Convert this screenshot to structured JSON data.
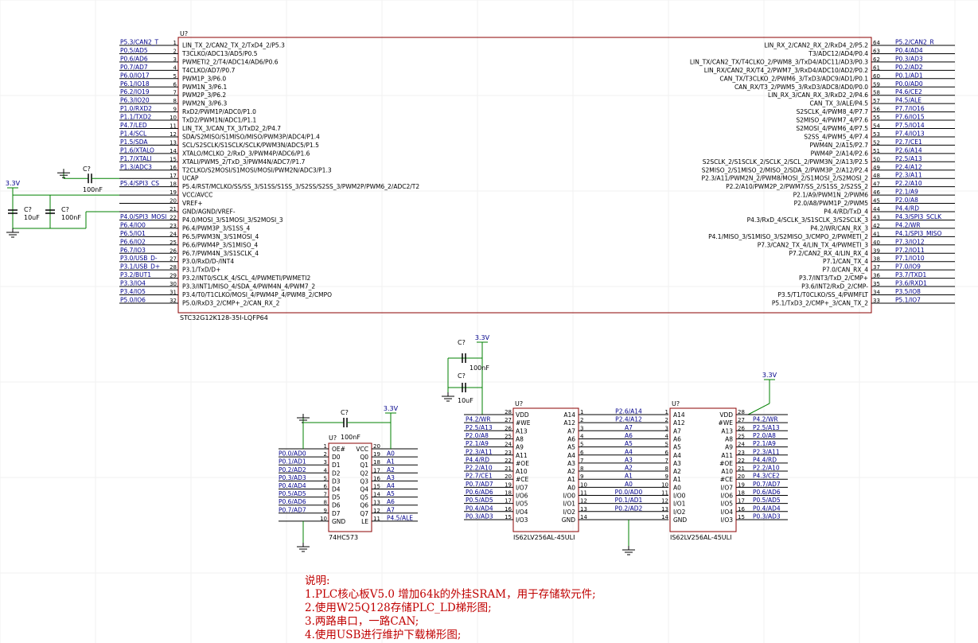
{
  "cpu": {
    "designator": "U?",
    "part": "STC32G12K128-35I-LQFP64",
    "left_pins": [
      [
        "1",
        "LIN_TX_2/CAN2_TX_2/TxD4_2/P5.3",
        "P5.3/CAN2_T"
      ],
      [
        "2",
        "T3CLKO/ADC13/AD5/P0.5",
        "P0.5/AD5"
      ],
      [
        "3",
        "PWMETI2_2/T4/ADC14/AD6/P0.6",
        "P0.6/AD6"
      ],
      [
        "4",
        "T4CLKO/AD7/P0.7",
        "P0.7/AD7"
      ],
      [
        "5",
        "PWM1P_3/P6.0",
        "P6.0/IO17"
      ],
      [
        "6",
        "PWM1N_3/P6.1",
        "P6.1/IO18"
      ],
      [
        "7",
        "PWM2P_3/P6.2",
        "P6.2/IO19"
      ],
      [
        "8",
        "PWM2N_3/P6.3",
        "P6.3/IO20"
      ],
      [
        "9",
        "RxD2/PWM1P/ADC0/P1.0",
        "P1.0/RXD2"
      ],
      [
        "10",
        "TxD2/PWM1N/ADC1/P1.1",
        "P1.1/TXD2"
      ],
      [
        "11",
        "LIN_TX_3/CAN_TX_3/TxD2_2/P4.7",
        "P4.7/LED"
      ],
      [
        "12",
        "SDA/S2MISO/S1MISO/MISO/PWM3P/ADC4/P1.4",
        "P1.4/SCL"
      ],
      [
        "13",
        "SCL/S2SCLK/S1SCLK/SCLK/PWM3N/ADC5/P1.5",
        "P1.5/SDA"
      ],
      [
        "14",
        "XTALO/MCLKO_2/RxD_3/PWM4P/ADC6/P1.6",
        "P1.6/XTALO"
      ],
      [
        "15",
        "XTALI/PWM5_2/TxD_3/PWM4N/ADC7/P1.7",
        "P1.7/XTALI"
      ],
      [
        "16",
        "T2CLKO/S2MOSI/S1MOSI/MOSI/PWM2N/ADC3/P1.3",
        "P1.3/ADC3"
      ],
      [
        "17",
        "UCAP",
        ""
      ],
      [
        "18",
        "P5.4/RST/MCLKO/SS/SS_3/S1SS/S1SS_3/S2SS/S2SS_3/PWM2P/PWM6_2/ADC2/T2",
        "P5.4/SPI3_CS"
      ],
      [
        "19",
        "VCC/AVCC",
        ""
      ],
      [
        "20",
        "VREF+",
        ""
      ],
      [
        "21",
        "GND/AGND/VREF-",
        ""
      ],
      [
        "22",
        "P4.0/MOSI_3/S1MOSI_3/S2MOSI_3",
        "P4.0/SPI3_MOSI"
      ],
      [
        "23",
        "P6.4/PWM3P_3/S1SS_4",
        "P6.4/IO0"
      ],
      [
        "24",
        "P6.5/PWM3N_3/S1MOSI_4",
        "P6.5/IO1"
      ],
      [
        "25",
        "P6.6/PWM4P_3/S1MISO_4",
        "P6.6/IO2"
      ],
      [
        "26",
        "P6.7/PWM4N_3/S1SCLK_4",
        "P6.7/IO3"
      ],
      [
        "27",
        "P3.0/RxD/D-/INT4",
        "P3.0/USB_D-"
      ],
      [
        "28",
        "P3.1/TxD/D+",
        "P3.1/USB_D+"
      ],
      [
        "29",
        "P3.2/INT0/SCLK_4/SCL_4/PWMETI/PWMETI2",
        "P3.2/BUT1"
      ],
      [
        "30",
        "P3.3/INT1/MISO_4/SDA_4/PWM4N_4/PWM7_2",
        "P3.3/IO4"
      ],
      [
        "31",
        "P3.4/T0/T1CLKO/MOSI_4/PWM4P_4/PWM8_2/CMPO",
        "P3.4/IO5"
      ],
      [
        "32",
        "P5.0/RxD3_2/CMP+_2/CAN_RX_2",
        "P5.0/IO6"
      ]
    ],
    "right_pins": [
      [
        "64",
        "LIN_RX_2/CAN2_RX_2/RxD4_2/P5.2",
        "P5.2/CAN2_R"
      ],
      [
        "63",
        "T3/ADC12/AD4/P0.4",
        "P0.4/AD4"
      ],
      [
        "62",
        "LIN_TX/CAN2_TX/T4CLKO_2/PWM8_3/TxD4/ADC11/AD3/P0.3",
        "P0.3/AD3"
      ],
      [
        "61",
        "LIN_RX/CAN2_RX/T4_2/PWM7_3/RxD4/ADC10/AD2/P0.2",
        "P0.2/AD2"
      ],
      [
        "60",
        "CAN_TX/T3CLKO_2/PWM6_3/TxD3/ADC9/AD1/P0.1",
        "P0.1/AD1"
      ],
      [
        "59",
        "CAN_RX/T3_2/PWM5_3/RxD3/ADC8/AD0/P0.0",
        "P0.0/AD0"
      ],
      [
        "58",
        "LIN_RX_3/CAN_RX_3/RxD2_2/P4.6",
        "P4.6/CE2"
      ],
      [
        "57",
        "CAN_TX_3/ALE/P4.5",
        "P4.5/ALE"
      ],
      [
        "56",
        "S2SCLK_4/PWM8_4/P7.7",
        "P7.7/IO16"
      ],
      [
        "55",
        "S2MISO_4/PWM7_4/P7.6",
        "P7.6/IO15"
      ],
      [
        "54",
        "S2MOSI_4/PWM6_4/P7.5",
        "P7.5/IO14"
      ],
      [
        "53",
        "S2SS_4/PWM5_4/P7.4",
        "P7.4/IO13"
      ],
      [
        "52",
        "PWM4N_2/A15/P2.7",
        "P2.7/CE1"
      ],
      [
        "51",
        "PWM4P_2/A14/P2.6",
        "P2.6/A14"
      ],
      [
        "50",
        "S2SCLK_2/S1SCLK_2/SCLK_2/SCL_2/PWM3N_2/A13/P2.5",
        "P2.5/A13"
      ],
      [
        "49",
        "S2MISO_2/S1MISO_2/MISO_2/SDA_2/PWM3P_2/A12/P2.4",
        "P2.4/A12"
      ],
      [
        "48",
        "P2.3/A11/PWM2N_2/PWM8/MOSI_2/S1MOSI_2/S2MOSI_2",
        "P2.3/A11"
      ],
      [
        "47",
        "P2.2/A10/PWM2P_2/PWM7/SS_2/S1SS_2/S2SS_2",
        "P2.2/A10"
      ],
      [
        "46",
        "P2.1/A9/PWM1N_2/PWM6",
        "P2.1/A9"
      ],
      [
        "45",
        "P2.0/A8/PWM1P_2/PWM5",
        "P2.0/A8"
      ],
      [
        "44",
        "P4.4/RD/TxD_4",
        "P4.4/RD"
      ],
      [
        "43",
        "P4.3/RxD_4/SCLK_3/S1SCLK_3/S2SCLK_3",
        "P4.3/SPI3_SCLK"
      ],
      [
        "42",
        "P4.2/WR/CAN_RX_3",
        "P4.2/WR"
      ],
      [
        "41",
        "P4.1/MISO_3/S1MISO_3/S2MISO_3/CMPO_2/PWMETI_2",
        "P4.1/SPI3_MISO"
      ],
      [
        "40",
        "P7.3/CAN2_TX_4/LIN_TX_4/PWMETI_3",
        "P7.3/IO12"
      ],
      [
        "39",
        "P7.2/CAN2_RX_4/LIN_RX_4",
        "P7.2/IO11"
      ],
      [
        "38",
        "P7.1/CAN_TX_4",
        "P7.1/IO10"
      ],
      [
        "37",
        "P7.0/CAN_RX_4",
        "P7.0/IO9"
      ],
      [
        "36",
        "P3.7/INT3/TxD_2/CMP+",
        "P3.7/TXD1"
      ],
      [
        "35",
        "P3.6/INT2/RxD_2/CMP-",
        "P3.6/RXD1"
      ],
      [
        "34",
        "P3.5/T1/T0CLKO/SS_4/PWMFLT",
        "P3.5/IO8"
      ],
      [
        "33",
        "P5.1/TxD3_2/CMP+_3/CAN_TX_2",
        "P5.1/IO7"
      ]
    ]
  },
  "cpu_power": {
    "supply": "3.3V",
    "ucap_ref": "C?",
    "ucap_val": "100nF",
    "c1_ref": "C?",
    "c1_val": "10uF",
    "c2_ref": "C?",
    "c2_val": "100nF"
  },
  "latch": {
    "designator": "U?",
    "part": "74HC573",
    "cap_ref": "C?",
    "cap_val": "100nF",
    "supply": "3.3V",
    "left_pins": [
      [
        "1",
        "OE#",
        ""
      ],
      [
        "2",
        "D0",
        "P0.0/AD0"
      ],
      [
        "3",
        "D1",
        "P0.1/AD1"
      ],
      [
        "4",
        "D2",
        "P0.2/AD2"
      ],
      [
        "5",
        "D3",
        "P0.3/AD3"
      ],
      [
        "6",
        "D4",
        "P0.4/AD4"
      ],
      [
        "7",
        "D5",
        "P0.5/AD5"
      ],
      [
        "8",
        "D6",
        "P0.6/AD6"
      ],
      [
        "9",
        "D7",
        "P0.7/AD7"
      ],
      [
        "10",
        "GND",
        ""
      ]
    ],
    "right_pins": [
      [
        "20",
        "VCC",
        ""
      ],
      [
        "19",
        "Q0",
        "A0"
      ],
      [
        "18",
        "Q1",
        "A1"
      ],
      [
        "17",
        "Q2",
        "A2"
      ],
      [
        "16",
        "Q3",
        "A3"
      ],
      [
        "15",
        "Q4",
        "A4"
      ],
      [
        "14",
        "Q5",
        "A5"
      ],
      [
        "13",
        "Q6",
        "A6"
      ],
      [
        "12",
        "Q7",
        "A7"
      ],
      [
        "11",
        "LE",
        "P4.5/ALE"
      ]
    ]
  },
  "sram_power": {
    "supply": "3.3V",
    "c1_ref": "C?",
    "c1_val": "100nF",
    "c2_ref": "C?",
    "c2_val": "10uF",
    "right_supply": "3.3V"
  },
  "sram1": {
    "designator": "U?",
    "part": "IS62LV256AL-45ULI",
    "left_pins": [
      [
        "28",
        "VDD",
        "",
        ""
      ],
      [
        "27",
        "#WE",
        "P4.2/WR",
        ""
      ],
      [
        "26",
        "A13",
        "P2.5/A13",
        ""
      ],
      [
        "25",
        "A8",
        "P2.0/A8",
        ""
      ],
      [
        "24",
        "A9",
        "P2.1/A9",
        ""
      ],
      [
        "23",
        "A11",
        "P2.3/A11",
        ""
      ],
      [
        "22",
        "#OE",
        "P4.4/RD",
        ""
      ],
      [
        "21",
        "A10",
        "P2.2/A10",
        ""
      ],
      [
        "20",
        "#CE",
        "P2.7/CE1",
        ""
      ],
      [
        "19",
        "I/O7",
        "P0.7/AD7",
        ""
      ],
      [
        "18",
        "I/O6",
        "P0.6/AD6",
        ""
      ],
      [
        "17",
        "I/O5",
        "P0.5/AD5",
        ""
      ],
      [
        "16",
        "I/O4",
        "P0.4/AD4",
        ""
      ],
      [
        "15",
        "I/O3",
        "P0.3/AD3",
        ""
      ]
    ],
    "right_pins": [
      [
        "1",
        "A14",
        "P2.6/A14"
      ],
      [
        "2",
        "A12",
        "P2.4/A12"
      ],
      [
        "3",
        "A7",
        "A7"
      ],
      [
        "4",
        "A6",
        "A6"
      ],
      [
        "5",
        "A5",
        "A5"
      ],
      [
        "6",
        "A4",
        "A4"
      ],
      [
        "7",
        "A3",
        "A3"
      ],
      [
        "8",
        "A2",
        "A2"
      ],
      [
        "9",
        "A1",
        "A1"
      ],
      [
        "10",
        "A0",
        "A0"
      ],
      [
        "11",
        "I/O0",
        "P0.0/AD0"
      ],
      [
        "12",
        "I/O1",
        "P0.1/AD1"
      ],
      [
        "13",
        "I/O2",
        "P0.2/AD2"
      ],
      [
        "14",
        "GND",
        ""
      ]
    ]
  },
  "sram2": {
    "designator": "U?",
    "part": "IS62LV256AL-45ULI",
    "left_pins": [
      [
        "1",
        "A14"
      ],
      [
        "2",
        "A12"
      ],
      [
        "3",
        "A7"
      ],
      [
        "4",
        "A6"
      ],
      [
        "5",
        "A5"
      ],
      [
        "6",
        "A4"
      ],
      [
        "7",
        "A3"
      ],
      [
        "8",
        "A2"
      ],
      [
        "9",
        "A1"
      ],
      [
        "10",
        "A0"
      ],
      [
        "11",
        "I/O0"
      ],
      [
        "12",
        "I/O1"
      ],
      [
        "13",
        "I/O2"
      ],
      [
        "14",
        "GND"
      ]
    ],
    "right_pins": [
      [
        "28",
        "VDD",
        ""
      ],
      [
        "27",
        "#WE",
        "P4.2/WR"
      ],
      [
        "26",
        "A13",
        "P2.5/A13"
      ],
      [
        "25",
        "A8",
        "P2.0/A8"
      ],
      [
        "24",
        "A9",
        "P2.1/A9"
      ],
      [
        "23",
        "A11",
        "P2.3/A11"
      ],
      [
        "22",
        "#OE",
        "P4.4/RD"
      ],
      [
        "21",
        "A10",
        "P2.2/A10"
      ],
      [
        "20",
        "#CE",
        "P4.3/CE2"
      ],
      [
        "19",
        "I/O7",
        "P0.7/AD7"
      ],
      [
        "18",
        "I/O6",
        "P0.6/AD6"
      ],
      [
        "17",
        "I/O5",
        "P0.5/AD5"
      ],
      [
        "16",
        "I/O4",
        "P0.4/AD4"
      ],
      [
        "15",
        "I/O3",
        "P0.3/AD3"
      ]
    ]
  },
  "notes": {
    "title": "说明:",
    "lines": [
      "1.PLC核心板V5.0   增加64k的外挂SRAM，用于存储软元件;",
      "2.使用W25Q128存储PLC_LD梯形图;",
      "3.两路串口，一路CAN;",
      "4.使用USB进行维护下载梯形图;"
    ]
  },
  "colors": {
    "wire": "#008000",
    "body_stroke": "#8b0000",
    "net_label": "#00008b",
    "text": "#000000",
    "pin_line": "#000000",
    "power": "#000000",
    "note": "#c00000",
    "grid": "#f0f0f0"
  }
}
